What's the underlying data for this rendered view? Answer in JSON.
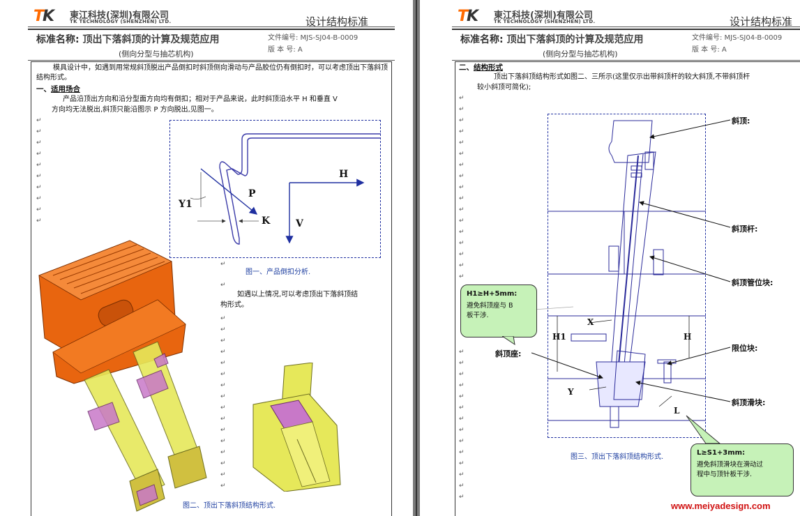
{
  "header": {
    "logo_mark": "TK",
    "company_cn": "東江科技(深圳)有限公司",
    "company_en": "TK TECHNOLOGY (SHENZHEN) LTD.",
    "std_title": "设计结构标准",
    "std_title_right": "设计结构标准",
    "name_label": "标准名称:",
    "name_value": "顶出下落斜顶的计算及规范应用",
    "subtitle": "(侧向分型与抽芯机构)",
    "doc_no": "文件编号: MJS-SJ04-B-0009",
    "doc_no_right": "文件编号: MJS-SJ04-B-0009",
    "version": "版 本 号: A",
    "para_mark": "↵"
  },
  "left": {
    "intro": "模具设计中，如遇到用常规斜顶脱出产品倒扣时斜顶侧向滑动与产品胶位仍有倒扣时，可以考虑顶出下落斜顶结构形式。",
    "sec1_num": "一、",
    "sec1_title": "适用场合",
    "sec1_text1": "产品沿顶出方向和沿分型面方向均有倒扣；相对于产品来说，此时斜顶沿水平 H 和垂直 V",
    "sec1_text2": "方向均无法脱出,斜顶只能沿图示 P 方向脱出,见图一。",
    "fig1_caption": "图一、产品倒扣分析.",
    "fig1_labels": {
      "h": "H",
      "v": "V",
      "p": "P",
      "k": "K",
      "y1": "Y1"
    },
    "mid_text1": "如遇以上情况,可以考虑顶出下落斜顶结",
    "mid_text2": "构形式。",
    "fig2_caption": "图二、顶出下落斜顶结构形式."
  },
  "right": {
    "sec2_num": "二、",
    "sec2_title": "结构形式",
    "sec2_text1": "顶出下落斜顶结构形式如图二、三所示(这里仅示出带斜顶杆的较大斜顶,不带斜顶杆",
    "sec2_text2": "较小斜顶可简化);",
    "labels": {
      "lifter": "斜顶:",
      "lifter_rod": "斜顶杆:",
      "guide_block": "斜顶管位块:",
      "stop_block": "限位块:",
      "lifter_seat": "斜顶座:",
      "slide_block": "斜顶滑块:",
      "h": "H",
      "h1": "H1",
      "x": "X",
      "y": "Y",
      "l": "L"
    },
    "callout1_title": "H1≥H+5mm:",
    "callout1_text1": "避免斜顶座与 B",
    "callout1_text2": "板干涉.",
    "callout2_title": "L≥S1+3mm:",
    "callout2_text1": "避免斜顶滑块在滑动过",
    "callout2_text2": "程中与顶针板干涉.",
    "fig3_caption": "图三、顶出下落斜顶结构形式.",
    "watermark": "www.meiyadesign.com"
  },
  "colors": {
    "logo_orange": "#ff6a00",
    "caption_blue": "#1e3fa0",
    "callout_green": "#c6f2b8",
    "watermark_red": "#d01010",
    "part_orange": "#e8650f",
    "part_yellow": "#e6e85a",
    "part_pink": "#c878c8"
  }
}
